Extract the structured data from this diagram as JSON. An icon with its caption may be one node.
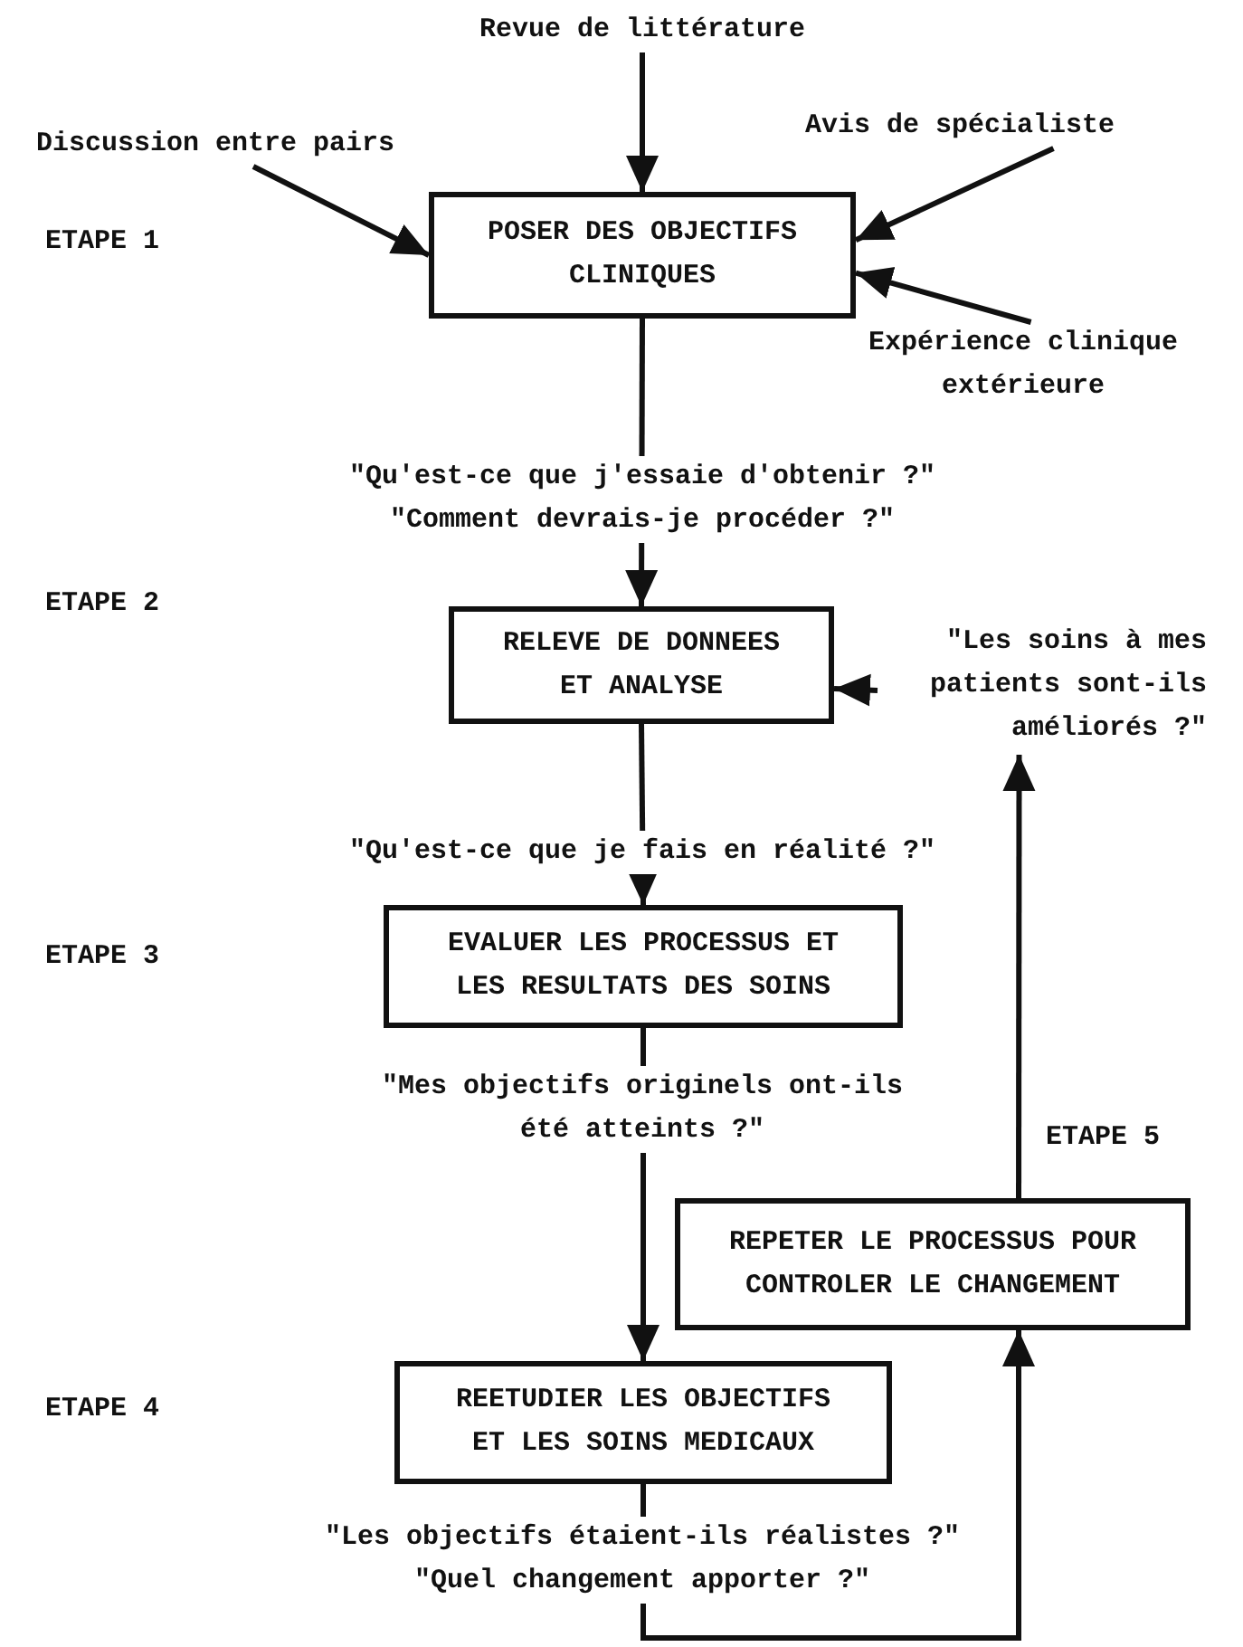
{
  "diagram": {
    "nodes": [
      {
        "text": [
          "Revue de littérature"
        ]
      },
      {
        "text": [
          "Discussion entre pairs"
        ]
      },
      {
        "text": [
          "Avis de spécialiste"
        ]
      },
      {
        "text": [
          "POSER DES OBJECTIFS CLINIQUES"
        ]
      },
      {
        "text": [
          "Expérience clinique extérieure"
        ]
      },
      {
        "text": [
          "RELEVE DE DONNEES ET ANALYSE"
        ]
      },
      {
        "text": [
          "\"Les soins à mes patients sont-ils améliorés ?\""
        ]
      },
      {
        "text": [
          "EVALUER LES PROCESSUS ET LES RESULTATS DES SOINS"
        ]
      },
      {
        "text": [
          "REPETER LE PROCESSUS POUR CONTROLER LE CHANGEMENT"
        ]
      },
      {
        "text": [
          "REETUDIER LES OBJECTIFS ET LES SOINS MEDICAUX"
        ]
      }
    ],
    "edges": [
      {
        "from": 0,
        "to": 3,
        "arrow": "to"
      },
      {
        "from": 1,
        "to": 3,
        "arrow": "to"
      },
      {
        "from": 2,
        "to": 3,
        "arrow": "to"
      },
      {
        "from": 4,
        "to": 3,
        "arrow": "to"
      },
      {
        "from": 3,
        "to": 5,
        "arrow": "to",
        "label": "\"Qu'est-ce que j'essaie d'obtenir ?\" \"Comment devrais-je procéder ?\""
      },
      {
        "from": 6,
        "to": 5,
        "arrow": "to"
      },
      {
        "from": 5,
        "to": 7,
        "arrow": "to",
        "label": "\"Qu'est-ce que je fais en réalité ?\""
      },
      {
        "from": 7,
        "to": 9,
        "arrow": "to",
        "label": "\"Mes objectifs originels ont-ils été atteints ?\""
      },
      {
        "from": 9,
        "to": 8,
        "arrow": "to",
        "label": "\"Les objectifs étaient-ils réalistes ?\" \"Quel changement apporter ?\""
      },
      {
        "from": 8,
        "to": 6,
        "arrow": "to"
      }
    ],
    "labels": [
      "ETAPE 1",
      "ETAPE 2",
      "ETAPE 3",
      "ETAPE 5",
      "ETAPE 4"
    ]
  }
}
